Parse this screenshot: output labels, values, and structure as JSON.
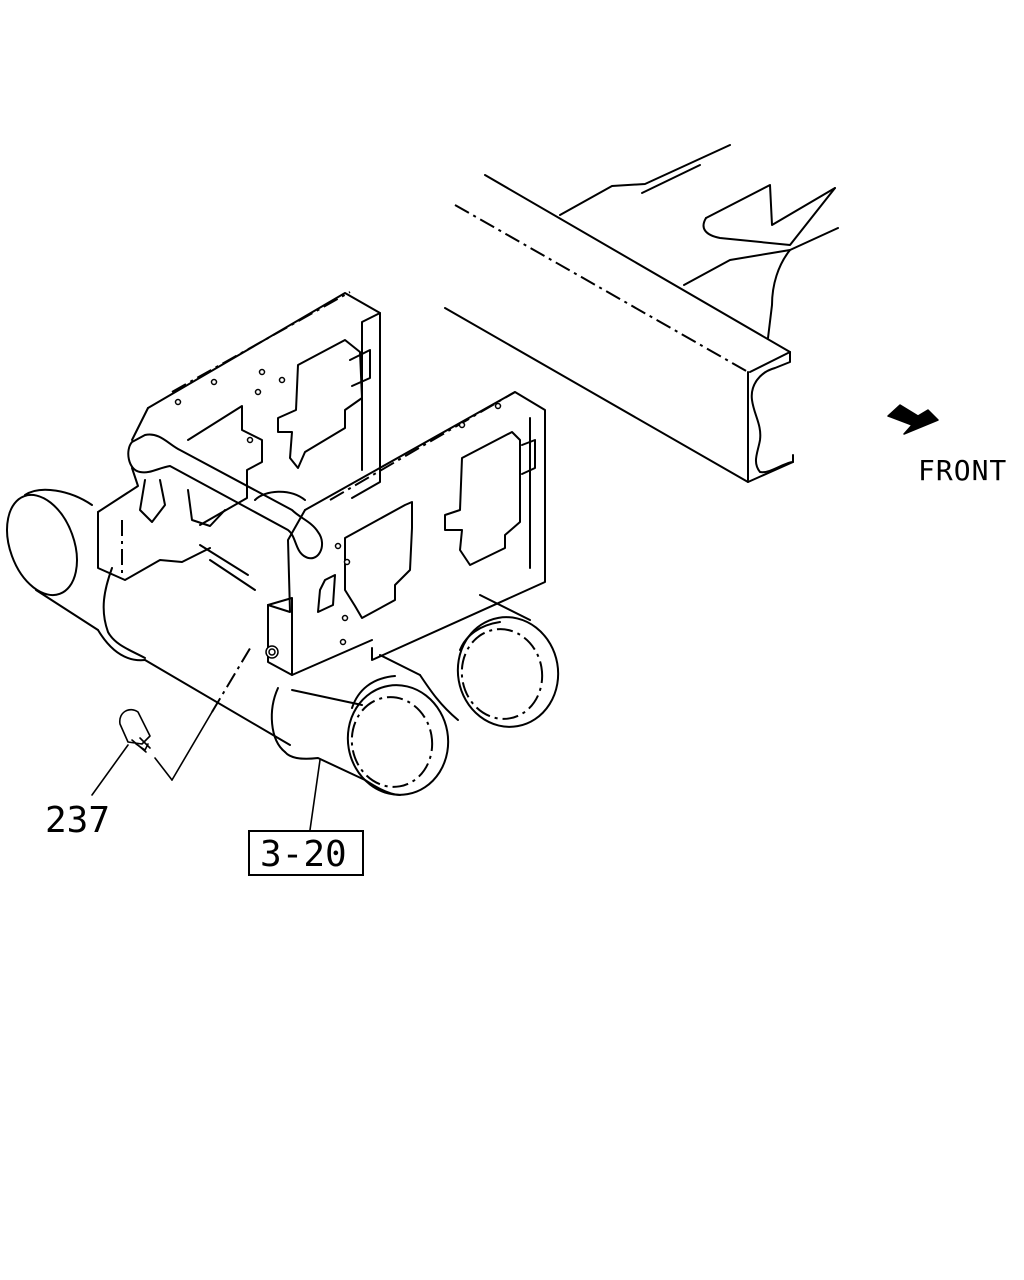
{
  "labels": {
    "part_237": "237",
    "ref_3_20": "3-20",
    "front": "FRONT"
  },
  "icons": {
    "front_arrow": "front-arrow-icon"
  },
  "colors": {
    "line": "#000000",
    "background": "#ffffff"
  }
}
